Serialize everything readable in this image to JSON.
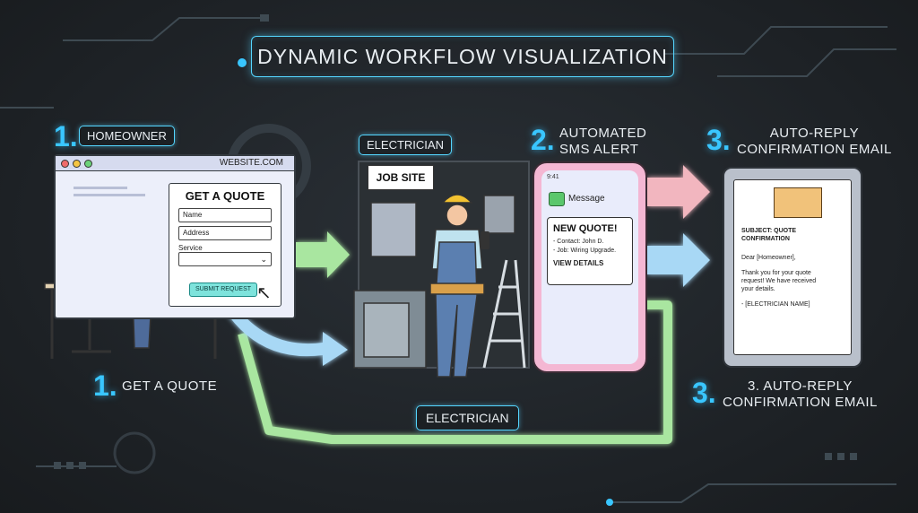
{
  "title": "DYNAMIC WORKFLOW VISUALIZATION",
  "steps": [
    {
      "number": "1.",
      "label": "GET A QUOTE"
    },
    {
      "number": "2.",
      "label": "AUTOMATED SMS ALERT"
    },
    {
      "number": "3.",
      "label": "AUTO-REPLY CONFIRMATION EMAIL"
    }
  ],
  "tags": {
    "homeowner": "HOMEOWNER",
    "electrician_top": "ELECTRICIAN",
    "electrician_bottom": "ELECTRICIAN"
  },
  "step_labels": {
    "top1_num": "1.",
    "top1_tag": "HOMEOWNER",
    "top2_num": "2.",
    "top2_line1": "AUTOMATED",
    "top2_line2": "SMS ALERT",
    "top3_num": "3.",
    "top3_line1": "AUTO-REPLY",
    "top3_line2": "CONFIRMATION EMAIL",
    "bottom1_num": "1.",
    "bottom1_text": "GET A QUOTE",
    "bottom3_num": "3.",
    "bottom3_line1": "3. AUTO-REPLY",
    "bottom3_line2": "CONFIRMATION EMAIL"
  },
  "browser": {
    "url": "WEBSITE.COM",
    "form_title": "GET A QUOTE",
    "field_name": "Name",
    "field_address": "Address",
    "service_label": "Service",
    "submit": "SUBMIT REQUEST"
  },
  "jobsite": "JOB SITE",
  "phone": {
    "time": "9:41",
    "app": "Message",
    "alert_title": "NEW QUOTE!",
    "contact": "- Contact: John D.",
    "job": "- Job: Wiring Upgrade.",
    "action": "VIEW DETAILS"
  },
  "email": {
    "subject": "SUBJECT: QUOTE CONFIRMATION",
    "greeting": "Dear [Homeowner],",
    "body1": "Thank you for your quote",
    "body2": "request! We have received",
    "body3": "your details.",
    "sign": "- [ELECTRICIAN NAME]"
  },
  "colors": {
    "accent": "#39c6ff",
    "green_arrow": "#a9e6a0",
    "pink_arrow": "#f2b6bf",
    "blue_arrow": "#a8d8f5"
  }
}
